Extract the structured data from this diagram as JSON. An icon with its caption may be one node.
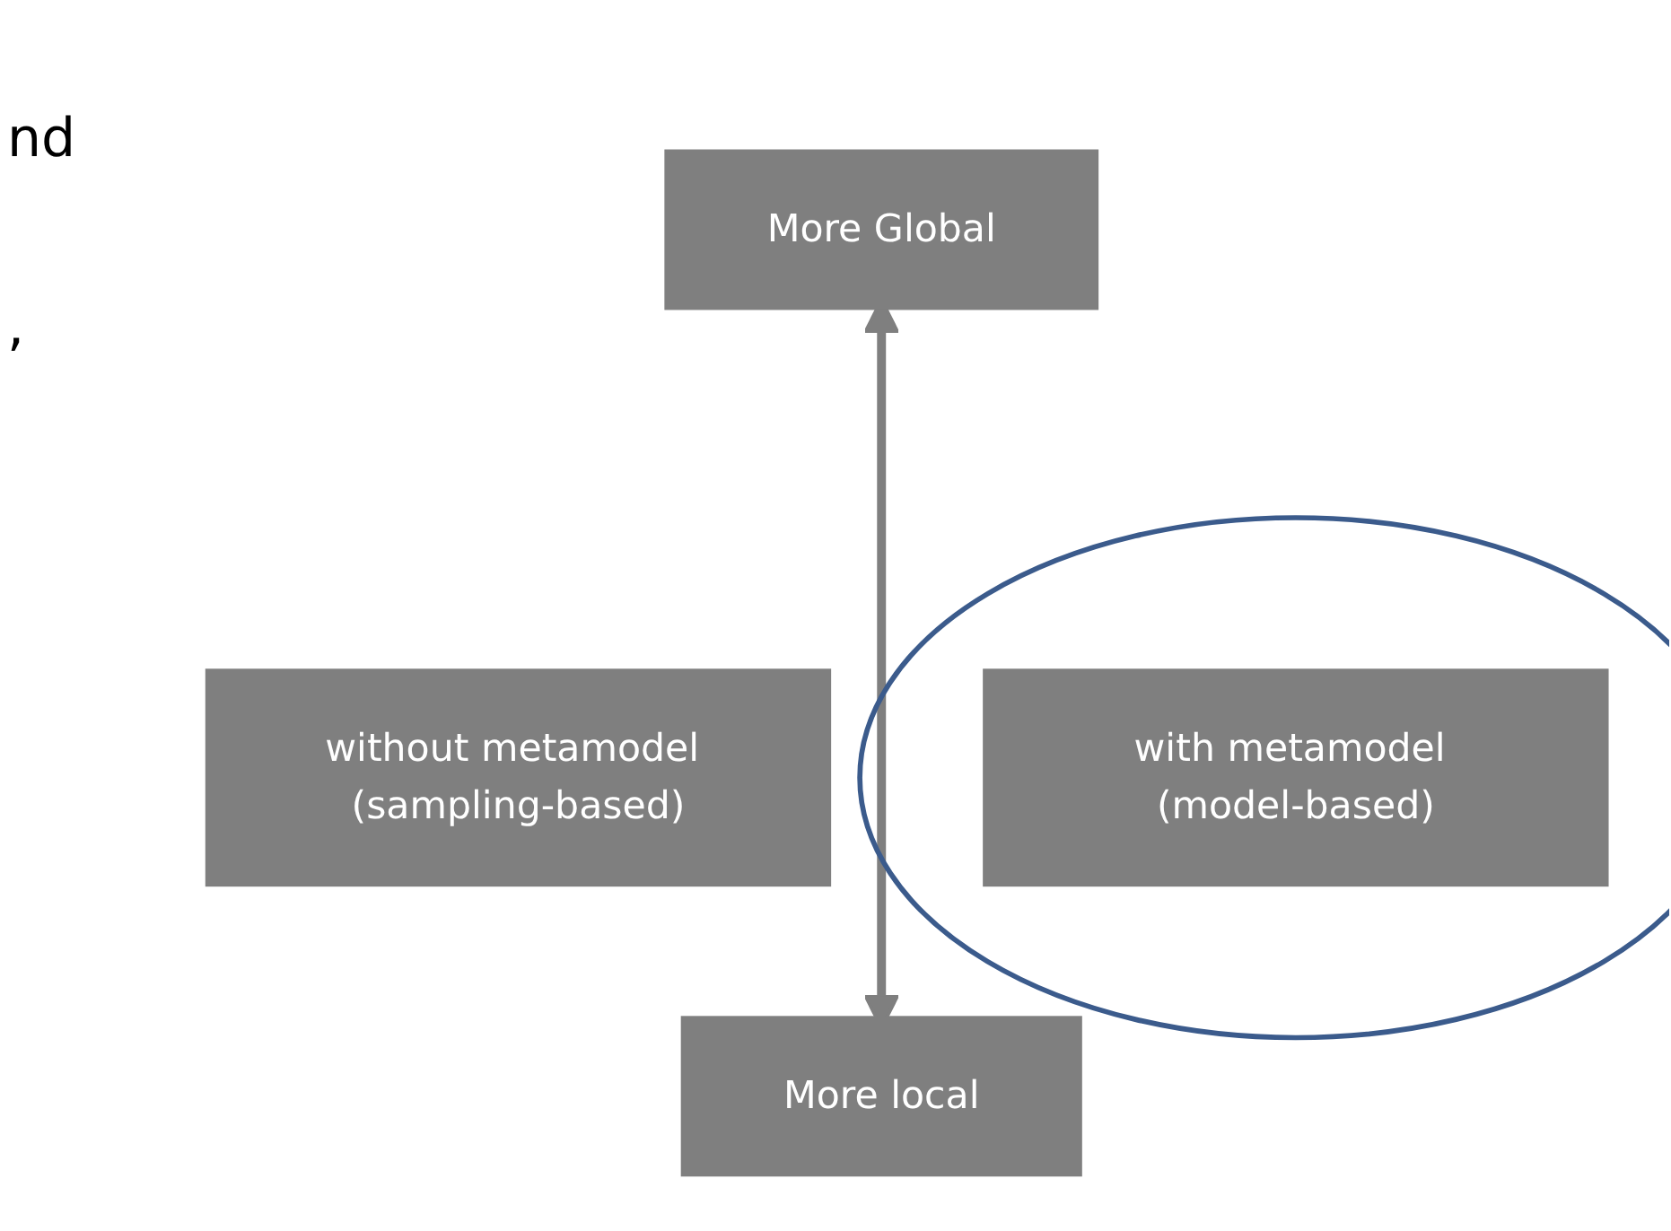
{
  "diagram": {
    "nodes": [
      {
        "text": [
          "More Global"
        ]
      },
      {
        "text": [],
        "shape": "circle"
      },
      {
        "text": [
          "with metamodel (model-based)"
        ],
        "in": 1
      },
      {
        "text": [
          "without metamodel (sampling-based)"
        ]
      },
      {
        "text": [
          "More local"
        ]
      }
    ],
    "edges": [
      {
        "from": 0,
        "to": 4,
        "arrow": "both"
      }
    ],
    "labels": [
      "nd",
      ","
    ]
  }
}
